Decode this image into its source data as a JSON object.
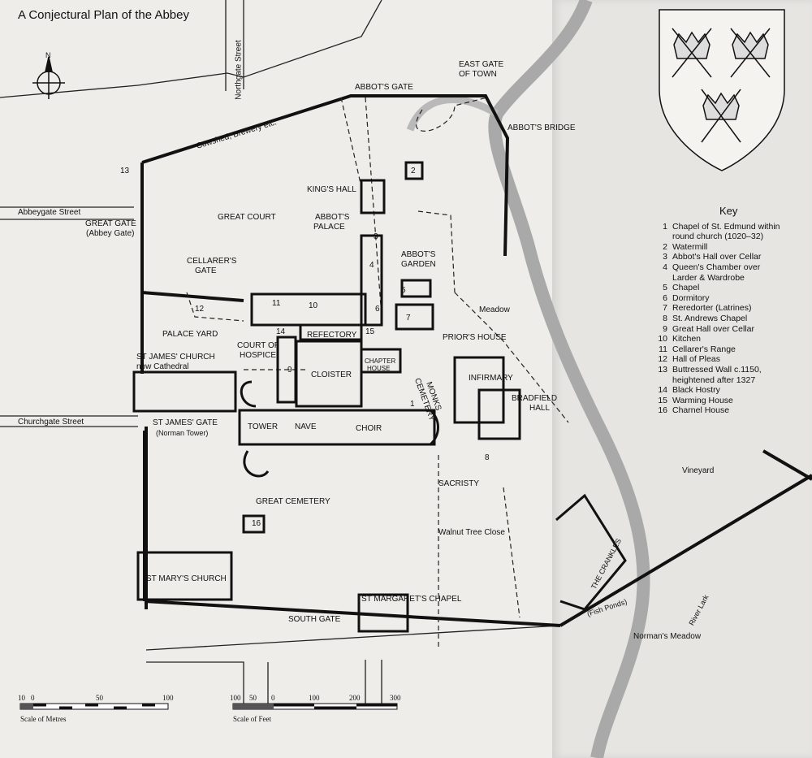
{
  "title": "A Conjectural Plan of the Abbey",
  "compass": "N",
  "streets": {
    "northgate": "Northgate Street",
    "abbeygate": "Abbeygate Street",
    "churchgate": "Churchgate Street"
  },
  "labels": {
    "east_gate_1": "EAST GATE",
    "east_gate_2": "OF TOWN",
    "abbots_gate": "ABBOT'S GATE",
    "abbots_bridge": "ABBOT'S BRIDGE",
    "cowshed": "Cowshed, Brewery etc.",
    "kings_hall": "KING'S HALL",
    "great_court": "GREAT COURT",
    "abbots_palace_1": "ABBOT'S",
    "abbots_palace_2": "PALACE",
    "great_gate_1": "GREAT GATE",
    "great_gate_2": "(Abbey Gate)",
    "abbots_garden_1": "ABBOT'S",
    "abbots_garden_2": "GARDEN",
    "cellarers_gate_1": "CELLARER'S",
    "cellarers_gate_2": "GATE",
    "meadow": "Meadow",
    "palace_yard": "PALACE YARD",
    "refectory": "REFECTORY",
    "priors_house": "PRIOR'S HOUSE",
    "court_hospice_1": "COURT OF",
    "court_hospice_2": "HOSPICE",
    "st_james_1": "ST JAMES' CHURCH",
    "st_james_2": "now Cathedral",
    "chapter_1": "CHAPTER",
    "chapter_2": "HOUSE",
    "cloister": "CLOISTER",
    "infirmary": "INFIRMARY",
    "monks_1": "MONKS",
    "monks_2": "CEMETERY",
    "bradfield_1": "BRADFIELD",
    "bradfield_2": "HALL",
    "st_james_gate_1": "ST JAMES' GATE",
    "st_james_gate_2": "(Norman Tower)",
    "tower": "TOWER",
    "nave": "NAVE",
    "choir": "CHOIR",
    "sacristy": "SACRISTY",
    "vineyard": "Vineyard",
    "great_cemetery": "GREAT CEMETERY",
    "walnut": "Walnut Tree Close",
    "crankles": "THE CRANKLES",
    "fish_ponds": "(Fish Ponds)",
    "river_lark": "River Lark",
    "st_marys": "ST MARY'S CHURCH",
    "st_margarets": "ST MARGARET'S CHAPEL",
    "south_gate": "SOUTH GATE",
    "normans_meadow": "Norman's Meadow"
  },
  "numbers": [
    "1",
    "2",
    "3",
    "4",
    "5",
    "6",
    "7",
    "8",
    "9",
    "10",
    "11",
    "12",
    "13",
    "14",
    "15",
    "16"
  ],
  "key": {
    "title": "Key",
    "items": [
      {
        "n": "1",
        "text": "Chapel of St. Edmund within\nround church (1020–32)"
      },
      {
        "n": "2",
        "text": "Watermill"
      },
      {
        "n": "3",
        "text": "Abbot's Hall over Cellar"
      },
      {
        "n": "4",
        "text": "Queen's Chamber over\nLarder & Wardrobe"
      },
      {
        "n": "5",
        "text": "Chapel"
      },
      {
        "n": "6",
        "text": "Dormitory"
      },
      {
        "n": "7",
        "text": "Reredorter (Latrines)"
      },
      {
        "n": "8",
        "text": "St. Andrews Chapel"
      },
      {
        "n": "9",
        "text": "Great Hall over Cellar"
      },
      {
        "n": "10",
        "text": "Kitchen"
      },
      {
        "n": "11",
        "text": "Cellarer's Range"
      },
      {
        "n": "12",
        "text": "Hall of Pleas"
      },
      {
        "n": "13",
        "text": "Buttressed Wall c.1150,\nheightened after 1327"
      },
      {
        "n": "14",
        "text": "Black Hostry"
      },
      {
        "n": "15",
        "text": "Warming House"
      },
      {
        "n": "16",
        "text": "Charnel House"
      }
    ]
  },
  "scales": {
    "metres": {
      "label": "Scale of Metres",
      "ticks": [
        "10",
        "0",
        "50",
        "100"
      ]
    },
    "feet": {
      "label": "Scale of Feet",
      "ticks": [
        "100",
        "50",
        "0",
        "100",
        "200",
        "300"
      ]
    }
  },
  "colors": {
    "river": "#a9a9a9",
    "wall": "#111111",
    "paper": "#ecebe8"
  }
}
